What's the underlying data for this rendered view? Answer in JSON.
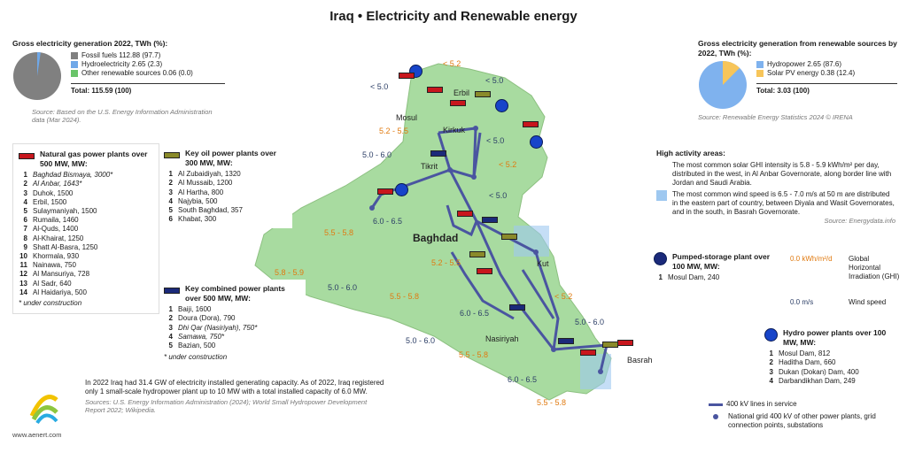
{
  "title": "Iraq • Electricity and Renewable energy",
  "gross_generation": {
    "title": "Gross electricity generation 2022, TWh (%):",
    "items": [
      {
        "label": "Fossil fuels 112.88 (97.7)",
        "color": "#808080"
      },
      {
        "label": "Hydroelectricity 2.65 (2.3)",
        "color": "#6fa8e8"
      },
      {
        "label": "Other renewable sources 0.06 (0.0)",
        "color": "#6ac46a"
      }
    ],
    "total": "Total:  115.59 (100)",
    "source": "Source: Based on the U.S. Energy Information Administration data (Mar 2024).",
    "shares": [
      97.7,
      2.3,
      0.0
    ]
  },
  "renewable_generation": {
    "title": "Gross electricity generation from renewable sources by 2022, TWh (%):",
    "items": [
      {
        "label": "Hydropower 2.65 (87.6)",
        "color": "#7fb2ee"
      },
      {
        "label": "Solar PV energy 0.38 (12.4)",
        "color": "#f7c55a"
      }
    ],
    "total": "Total:  3.03 (100)",
    "source": "Source: Renewable Energy Statistics 2024 © IRENA",
    "shares": [
      87.6,
      12.4
    ]
  },
  "gas_plants": {
    "title": "Natural gas power plants over 500 MW, MW:",
    "items": [
      {
        "n": "1",
        "label": "Baghdad Bismaya, 3000*",
        "italic": true
      },
      {
        "n": "2",
        "label": "Al Anbar, 1643*",
        "italic": true
      },
      {
        "n": "3",
        "label": "Duhok, 1500",
        "italic": false
      },
      {
        "n": "4",
        "label": "Erbil, 1500",
        "italic": false
      },
      {
        "n": "5",
        "label": "Sulaymaniyah, 1500",
        "italic": false
      },
      {
        "n": "6",
        "label": "Rumaila, 1460",
        "italic": false
      },
      {
        "n": "7",
        "label": "Al-Quds, 1400",
        "italic": false
      },
      {
        "n": "8",
        "label": "Al-Khairat, 1250",
        "italic": false
      },
      {
        "n": "9",
        "label": "Shatt Al-Basra, 1250",
        "italic": false
      },
      {
        "n": "10",
        "label": "Khormala, 930",
        "italic": false
      },
      {
        "n": "11",
        "label": "Nainawa, 750",
        "italic": false
      },
      {
        "n": "12",
        "label": "Al Mansuriya, 728",
        "italic": false
      },
      {
        "n": "13",
        "label": "Al Sadr, 640",
        "italic": false
      },
      {
        "n": "14",
        "label": "Al Haidariya, 500",
        "italic": false
      }
    ],
    "note": "* under construction"
  },
  "oil_plants": {
    "title": "Key oil power plants over 300 MW, MW:",
    "items": [
      {
        "n": "1",
        "label": "Al Zubaidiyah, 1320"
      },
      {
        "n": "2",
        "label": "Al Mussaib, 1200"
      },
      {
        "n": "3",
        "label": "Al Hartha, 800"
      },
      {
        "n": "4",
        "label": "Najybia, 500"
      },
      {
        "n": "5",
        "label": "South Baghdad, 357"
      },
      {
        "n": "6",
        "label": "Khabat, 300"
      }
    ]
  },
  "combined_plants": {
    "title": "Key combined power plants over 500 MW, MW:",
    "items": [
      {
        "n": "1",
        "label": "Baiji, 1600",
        "italic": false
      },
      {
        "n": "2",
        "label": "Doura (Dora), 790",
        "italic": false
      },
      {
        "n": "3",
        "label": "Dhi Qar (Nasiriyah), 750*",
        "italic": true
      },
      {
        "n": "4",
        "label": "Samawa, 750*",
        "italic": true
      },
      {
        "n": "5",
        "label": "Bazian, 500",
        "italic": false
      }
    ],
    "note": "* under construction"
  },
  "high_activity": {
    "title": "High activity areas:",
    "solar": "The most common solar GHI intensity is 5.8 - 5.9 kWh/m² per day, distributed in the west, in Al Anbar Governorate, along border line with Jordan and Saudi Arabia.",
    "wind": "The most common wind speed is 6.5 - 7.0 m/s at 50 m are distributed in the eastern part of country, between Diyala and Wasit Governorates, and in the south, in Basrah Governorate.",
    "source": "Source: Energydata.info"
  },
  "pumped_storage": {
    "title": "Pumped-storage plant over 100 MW, MW:",
    "items": [
      {
        "n": "1",
        "label": "Mosul Dam, 240"
      }
    ]
  },
  "legend_ghi": {
    "value": "0.0 kWh/m²/d",
    "label": "Global Horizontal Irradiation (GHI)"
  },
  "legend_wind": {
    "value": "0.0 m/s",
    "label": "Wind speed"
  },
  "hydro_plants": {
    "title": "Hydro power plants over 100 MW, MW:",
    "items": [
      {
        "n": "1",
        "label": "Mosul Dam, 812"
      },
      {
        "n": "2",
        "label": "Haditha Dam, 660"
      },
      {
        "n": "3",
        "label": "Dukan (Dokan) Dam, 400"
      },
      {
        "n": "4",
        "label": "Darbandikhan Dam, 249"
      }
    ]
  },
  "info": {
    "text": "In 2022 Iraq had 31.4 GW of electricity installed generating capacity. As of 2022, Iraq registered only 1 small-scale hydropower plant up to 10 MW with a total installed capacity of 6.0 MW.",
    "source": "Sources: U.S. Energy Information Administration (2024); World Small Hydropower Development Report 2022; Wikipedia."
  },
  "grid_legend": {
    "lines": "400 kV lines in service",
    "points": "National grid 400 kV of other power plants, grid connection points, substations"
  },
  "logo": {
    "text": "www.aenert.com"
  },
  "cities": [
    {
      "name": "Mosul"
    },
    {
      "name": "Erbil"
    },
    {
      "name": "Kirkuk"
    },
    {
      "name": "Tikrit"
    },
    {
      "name": "Baghdad"
    },
    {
      "name": "Kut"
    },
    {
      "name": "Nasiriyah"
    },
    {
      "name": "Basrah"
    }
  ],
  "wind_labels": [
    "< 5.0",
    "< 5.0",
    "< 5.0",
    "5.0 - 6.0",
    "< 5.0",
    "6.0 - 6.5",
    "5.0 - 6.0",
    "6.0 - 6.5",
    "5.0 - 6.0",
    "5.0 - 6.0",
    "6.0 - 6.5"
  ],
  "ghi_labels": [
    "< 5.2",
    "5.2 - 5.5",
    "< 5.2",
    "5.5 - 5.8",
    "5.8 - 5.9",
    "5.2 - 5.5",
    "5.5 - 5.8",
    "< 5.2",
    "5.5 - 5.8",
    "5.5 - 5.8"
  ],
  "colors": {
    "map": "#a8dba0",
    "line": "#4a55a0",
    "gas": "#c8161d",
    "oil": "#8a8a2a",
    "combined": "#1b2a7a",
    "hydro": "#1744c9",
    "ghi": "#e07a10"
  }
}
